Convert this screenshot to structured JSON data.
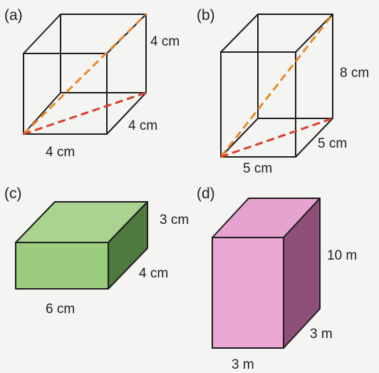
{
  "figures": {
    "a": {
      "label": "(a)",
      "dims": {
        "height": "4 cm",
        "depth": "4 cm",
        "width": "4 cm"
      },
      "diagonals": {
        "space": "#e8892a",
        "base": "#d9402b"
      }
    },
    "b": {
      "label": "(b)",
      "dims": {
        "height": "8 cm",
        "depth": "5 cm",
        "width": "5 cm"
      },
      "diagonals": {
        "space": "#e8892a",
        "base": "#d9402b"
      }
    },
    "c": {
      "label": "(c)",
      "dims": {
        "height": "3 cm",
        "depth": "4 cm",
        "width": "6 cm"
      },
      "colors": {
        "top": "#a9d38f",
        "front": "#9ccc7e",
        "side": "#4f7a3e"
      }
    },
    "d": {
      "label": "(d)",
      "dims": {
        "height": "10 m",
        "depth": "3 m",
        "width": "3 m"
      },
      "colors": {
        "top": "#e7a3cf",
        "front": "#eaa7d3",
        "side": "#8e4f79"
      }
    }
  }
}
